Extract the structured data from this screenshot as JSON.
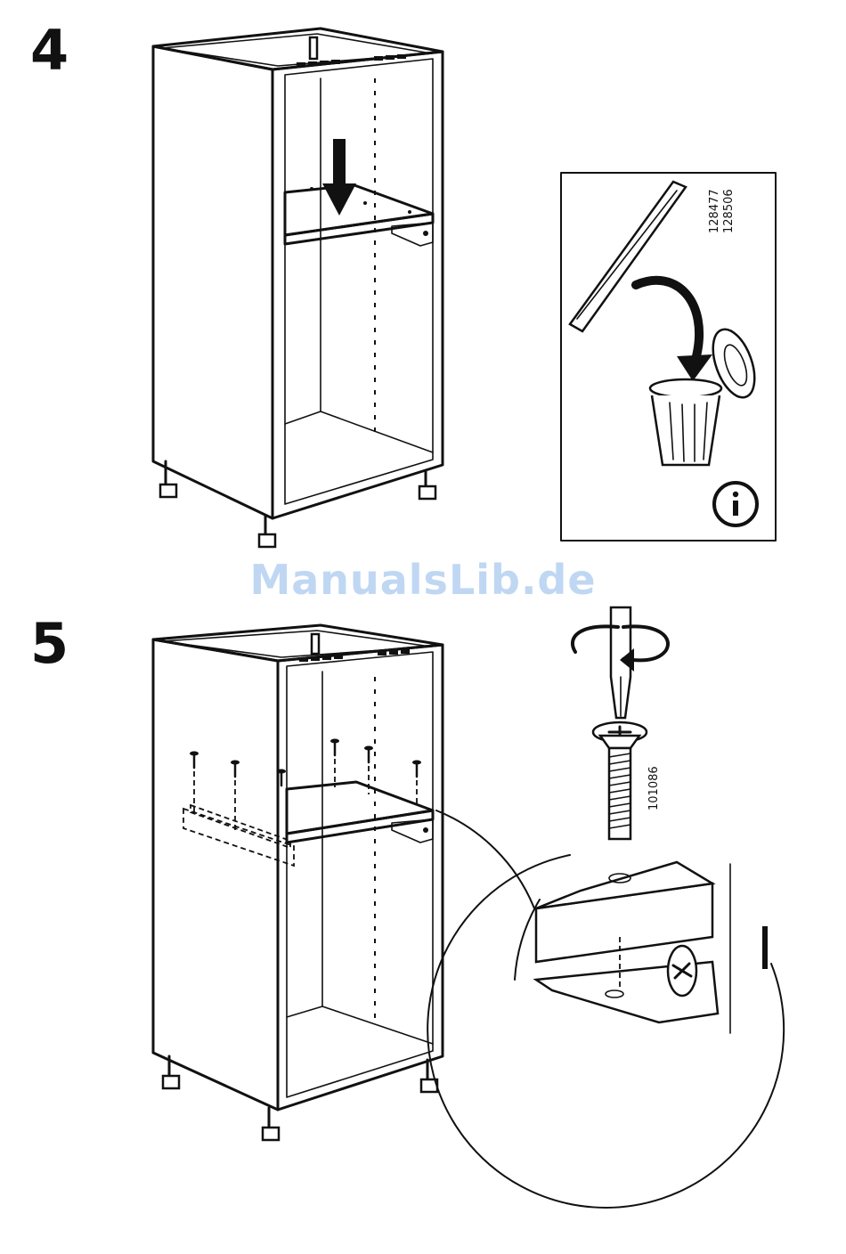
{
  "steps": [
    {
      "number": "4"
    },
    {
      "number": "5"
    }
  ],
  "info_box": {
    "part_codes": [
      "128477",
      "128506"
    ],
    "icon": "info-icon"
  },
  "screw_detail": {
    "part_code": "101086",
    "icon": "screwdriver-icon"
  },
  "watermark": "ManualsLib.de"
}
